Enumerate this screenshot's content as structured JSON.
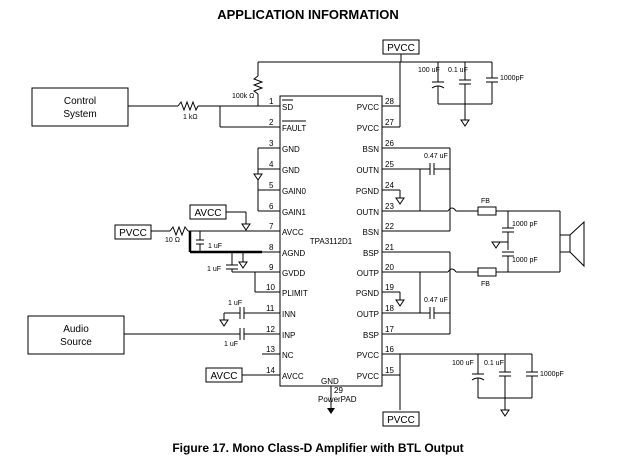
{
  "header": {
    "title": "APPLICATION INFORMATION"
  },
  "caption": "Figure 17.  Mono Class-D Amplifier with BTL Output",
  "chip": {
    "part": "TPA3112D1",
    "gnd": "GND",
    "pad_num": "29",
    "pad": "PowerPAD",
    "left_pins": [
      {
        "num": "1",
        "name": "SD"
      },
      {
        "num": "2",
        "name": "FAULT"
      },
      {
        "num": "3",
        "name": "GND"
      },
      {
        "num": "4",
        "name": "GND"
      },
      {
        "num": "5",
        "name": "GAIN0"
      },
      {
        "num": "6",
        "name": "GAIN1"
      },
      {
        "num": "7",
        "name": "AVCC"
      },
      {
        "num": "8",
        "name": "AGND"
      },
      {
        "num": "9",
        "name": "GVDD"
      },
      {
        "num": "10",
        "name": "PLIMIT"
      },
      {
        "num": "11",
        "name": "INN"
      },
      {
        "num": "12",
        "name": "INP"
      },
      {
        "num": "13",
        "name": "NC"
      },
      {
        "num": "14",
        "name": "AVCC"
      }
    ],
    "right_pins": [
      {
        "num": "28",
        "name": "PVCC"
      },
      {
        "num": "27",
        "name": "PVCC"
      },
      {
        "num": "26",
        "name": "BSN"
      },
      {
        "num": "25",
        "name": "OUTN"
      },
      {
        "num": "24",
        "name": "PGND"
      },
      {
        "num": "23",
        "name": "OUTN"
      },
      {
        "num": "22",
        "name": "BSN"
      },
      {
        "num": "21",
        "name": "BSP"
      },
      {
        "num": "20",
        "name": "OUTP"
      },
      {
        "num": "19",
        "name": "PGND"
      },
      {
        "num": "18",
        "name": "OUTP"
      },
      {
        "num": "17",
        "name": "BSP"
      },
      {
        "num": "16",
        "name": "PVCC"
      },
      {
        "num": "15",
        "name": "PVCC"
      }
    ]
  },
  "blocks": {
    "control": [
      "Control",
      "System"
    ],
    "audio": [
      "Audio",
      "Source"
    ]
  },
  "rails": {
    "pvcc_top": "PVCC",
    "pvcc_left": "PVCC",
    "pvcc_bottom": "PVCC",
    "avcc_1": "AVCC",
    "avcc_2": "AVCC"
  },
  "components": {
    "r_pullup": "100k Ω",
    "r_ctrl": "1 kΩ",
    "r_avcc": "10 Ω",
    "c_agnd": "1 uF",
    "c_gvdd": "1 uF",
    "c_inn": "1 uF",
    "c_inp": "1 uF",
    "c_bsn": "0.47 uF",
    "c_bsp": "0.47 uF",
    "c_top_1": "100 uF",
    "c_top_2": "0.1 uF",
    "c_top_3": "1000pF",
    "c_bot_1": "100 uF",
    "c_bot_2": "0.1 uF",
    "c_bot_3": "1000pF",
    "fb_top": "FB",
    "fb_bottom": "FB",
    "c_out_1": "1000 pF",
    "c_out_2": "1000 pF"
  }
}
